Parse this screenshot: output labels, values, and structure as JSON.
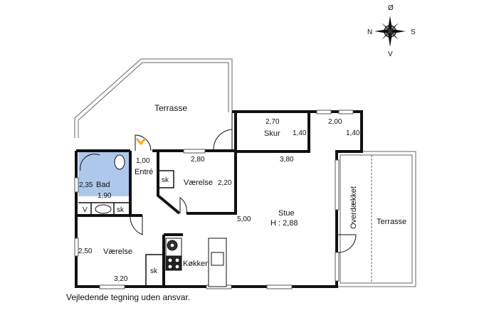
{
  "compass": {
    "n": "N",
    "s": "S",
    "e": "Ø",
    "w": "V"
  },
  "rooms": {
    "terrasse_top": "Terrasse",
    "skur": "Skur",
    "skur_width": "2,70",
    "skur_height": "1,40",
    "closet_width": "2,00",
    "closet_height": "1,40",
    "entre": "Entré",
    "entre_dim": "1,00",
    "bad": "Bad",
    "bad_w": "1,90",
    "bad_h": "2,35",
    "v_label": "V",
    "sk_label": "sk",
    "vaerelse1": "Værelse",
    "vaerelse1_w": "2,80",
    "vaerelse1_h": "2,20",
    "vaerelse2": "Værelse",
    "vaerelse2_w": "3,20",
    "vaerelse2_h": "2,50",
    "stue": "Stue",
    "stue_height": "H : 2,88",
    "stue_w": "3,80",
    "stue_h": "5,00",
    "koekken": "Køkken",
    "overdaekket": "Overdækket",
    "terrasse_right": "Terrasse"
  },
  "caption": "Vejledende tegning uden ansvar.",
  "colors": {
    "wall": "#111111",
    "bath": "#aec8ec",
    "door_accent": "#f5a623",
    "window": "#9a9a9a"
  }
}
